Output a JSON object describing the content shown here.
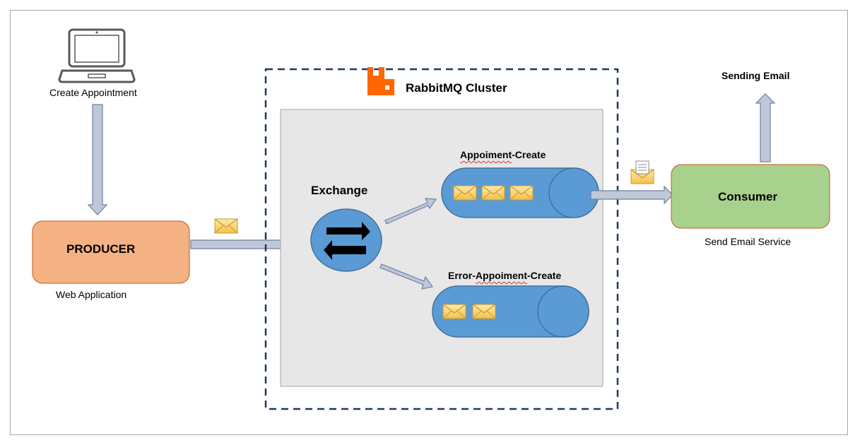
{
  "laptop": {
    "label": "Create Appointment",
    "icon": "laptop-icon"
  },
  "producer": {
    "title": "PRODUCER",
    "subtitle": "Web Application",
    "color": "#f4b183"
  },
  "cluster": {
    "title": "RabbitMQ Cluster",
    "icon": "rabbitmq-logo-icon",
    "brand_color": "#ff6600"
  },
  "exchange": {
    "label": "Exchange",
    "icon": "exchange-arrows-icon",
    "color": "#5b9bd5"
  },
  "queues": [
    {
      "name_prefix": "Appoiment",
      "name_suffix": "-Create",
      "messages": 3
    },
    {
      "name_prefix": "Error-",
      "name_misspelled": "Appoiment",
      "name_suffix": "-Create",
      "messages": 2
    }
  ],
  "consumer": {
    "title": "Consumer",
    "subtitle": "Send Email Service",
    "color": "#a9d18e"
  },
  "output": {
    "label": "Sending Email"
  },
  "icons": {
    "message": "envelope-icon",
    "email": "email-letter-icon"
  }
}
